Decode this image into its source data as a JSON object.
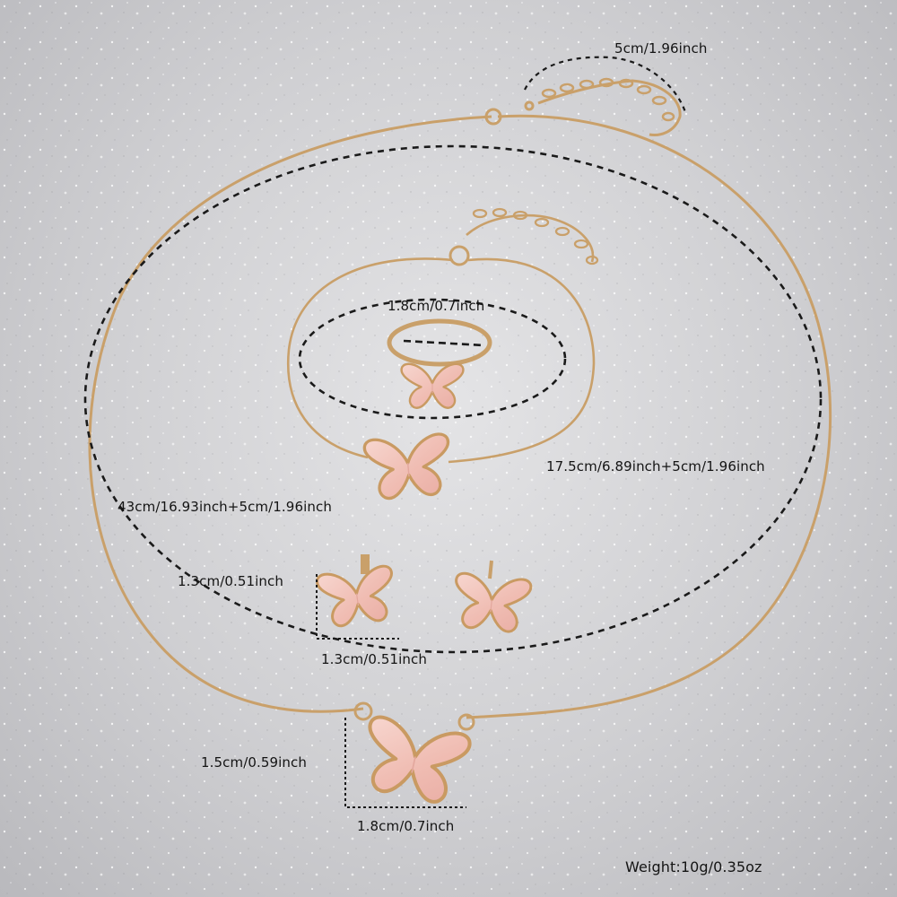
{
  "measurements": {
    "extender_top": "5cm/1.96inch",
    "ring_size": "1.8cm/0.7inch",
    "bracelet_length": "17.5cm/6.89inch+5cm/1.96inch",
    "necklace_length": "43cm/16.93inch+5cm/1.96inch",
    "earring_height": "1.3cm/0.51inch",
    "earring_width": "1.3cm/0.51inch",
    "pendant_height": "1.5cm/0.59inch",
    "pendant_width": "1.8cm/0.7inch",
    "weight": "Weight:10g/0.35oz"
  },
  "colors": {
    "gold": "#c9a06a",
    "butterfly_pink": "#f2c4bb",
    "glitter_bg": "#d2d2d5",
    "text": "#141414"
  }
}
